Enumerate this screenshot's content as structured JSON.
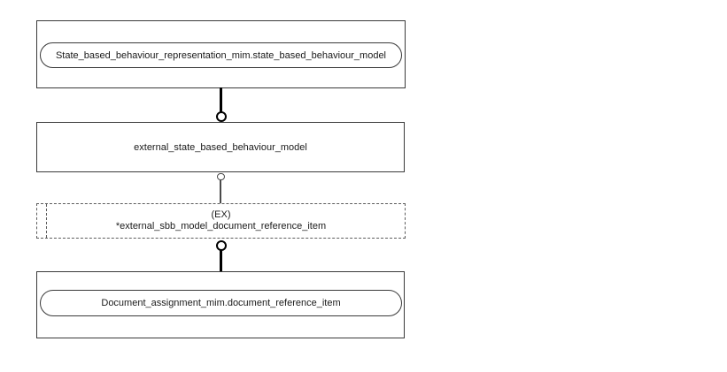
{
  "diagram": {
    "kind": "express-g-schema-diagram",
    "nodes": {
      "page_reference_top": {
        "label": "State_based_behaviour_representation_mim.state_based_behaviour_model"
      },
      "entity": {
        "label": "external_state_based_behaviour_model"
      },
      "select_type": {
        "tag": "(EX)",
        "label": "*external_sbb_model_document_reference_item"
      },
      "page_reference_bottom": {
        "label": "Document_assignment_mim.document_reference_item"
      }
    },
    "connectors": {
      "top": "thick-line-open-circle",
      "middle": "thin-line-small-open-circle",
      "bottom": "thick-line-open-circle"
    },
    "colors": {
      "background": "#ffffff",
      "solid_border": "#3a3a3a",
      "dashed_border": "#5c5c5c",
      "connector_line": "#000000",
      "text": "#1a1a1a"
    }
  }
}
